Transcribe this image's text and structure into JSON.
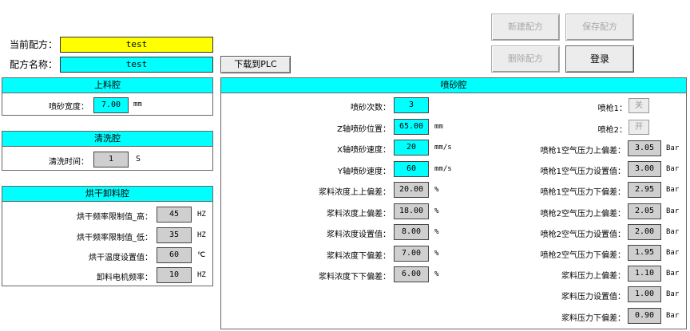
{
  "header": {
    "current_recipe_label": "当前配方：",
    "current_recipe_value": "test",
    "recipe_name_label": "配方名称：",
    "recipe_name_value": "test",
    "download_label": "下载到PLC"
  },
  "buttons": {
    "new_recipe": "新建配方",
    "save_recipe": "保存配方",
    "delete_recipe": "删除配方",
    "login": "登录"
  },
  "feed": {
    "title": "上料腔",
    "width_label": "喷砂宽度：",
    "width_value": "7.00",
    "width_unit": "mm"
  },
  "clean": {
    "title": "清洗腔",
    "time_label": "清洗时间：",
    "time_value": "1",
    "time_unit": "S"
  },
  "dry": {
    "title": "烘干卸料腔",
    "rows": [
      {
        "label": "烘干频率限制值_高：",
        "value": "45",
        "unit": "HZ"
      },
      {
        "label": "烘干频率限制值_低：",
        "value": "35",
        "unit": "HZ"
      },
      {
        "label": "烘干温度设置值：",
        "value": "60",
        "unit": "℃"
      },
      {
        "label": "卸料电机频率：",
        "value": "10",
        "unit": "HZ"
      }
    ]
  },
  "spray": {
    "title": "喷砂腔",
    "left_rows": [
      {
        "label": "喷砂次数：",
        "value": "3",
        "unit": "",
        "color": "cyan"
      },
      {
        "label": "Z轴喷砂位置：",
        "value": "65.00",
        "unit": "mm",
        "color": "cyan"
      },
      {
        "label": "X轴喷砂速度：",
        "value": "20",
        "unit": "mm/s",
        "color": "cyan"
      },
      {
        "label": "Y轴喷砂速度：",
        "value": "60",
        "unit": "mm/s",
        "color": "cyan"
      },
      {
        "label": "浆料浓度上上偏差：",
        "value": "20.00",
        "unit": "%",
        "color": "gray"
      },
      {
        "label": "浆料浓度上偏差：",
        "value": "18.00",
        "unit": "%",
        "color": "gray"
      },
      {
        "label": "浆料浓度设置值：",
        "value": "8.00",
        "unit": "%",
        "color": "gray"
      },
      {
        "label": "浆料浓度下偏差：",
        "value": "7.00",
        "unit": "%",
        "color": "gray"
      },
      {
        "label": "浆料浓度下下偏差：",
        "value": "6.00",
        "unit": "%",
        "color": "gray"
      }
    ],
    "gun1_label": "喷枪1：",
    "gun1_state": "关",
    "gun2_label": "喷枪2：",
    "gun2_state": "开",
    "right_rows": [
      {
        "label": "喷枪1空气压力上偏差：",
        "value": "3.05",
        "unit": "Bar"
      },
      {
        "label": "喷枪1空气压力设置值：",
        "value": "3.00",
        "unit": "Bar"
      },
      {
        "label": "喷枪1空气压力下偏差：",
        "value": "2.95",
        "unit": "Bar"
      },
      {
        "label": "喷枪2空气压力上偏差：",
        "value": "2.05",
        "unit": "Bar"
      },
      {
        "label": "喷枪2空气压力设置值：",
        "value": "2.00",
        "unit": "Bar"
      },
      {
        "label": "喷枪2空气压力下偏差：",
        "value": "1.95",
        "unit": "Bar"
      },
      {
        "label": "浆料压力上偏差：",
        "value": "1.10",
        "unit": "Bar"
      },
      {
        "label": "浆料压力设置值：",
        "value": "1.00",
        "unit": "Bar"
      },
      {
        "label": "浆料压力下偏差：",
        "value": "0.90",
        "unit": "Bar"
      }
    ]
  },
  "colors": {
    "panel_title_bg": "#00ffff",
    "input_cyan": "#00ffff",
    "input_yellow": "#ffff00",
    "readonly_gray": "#cfcfcf"
  }
}
